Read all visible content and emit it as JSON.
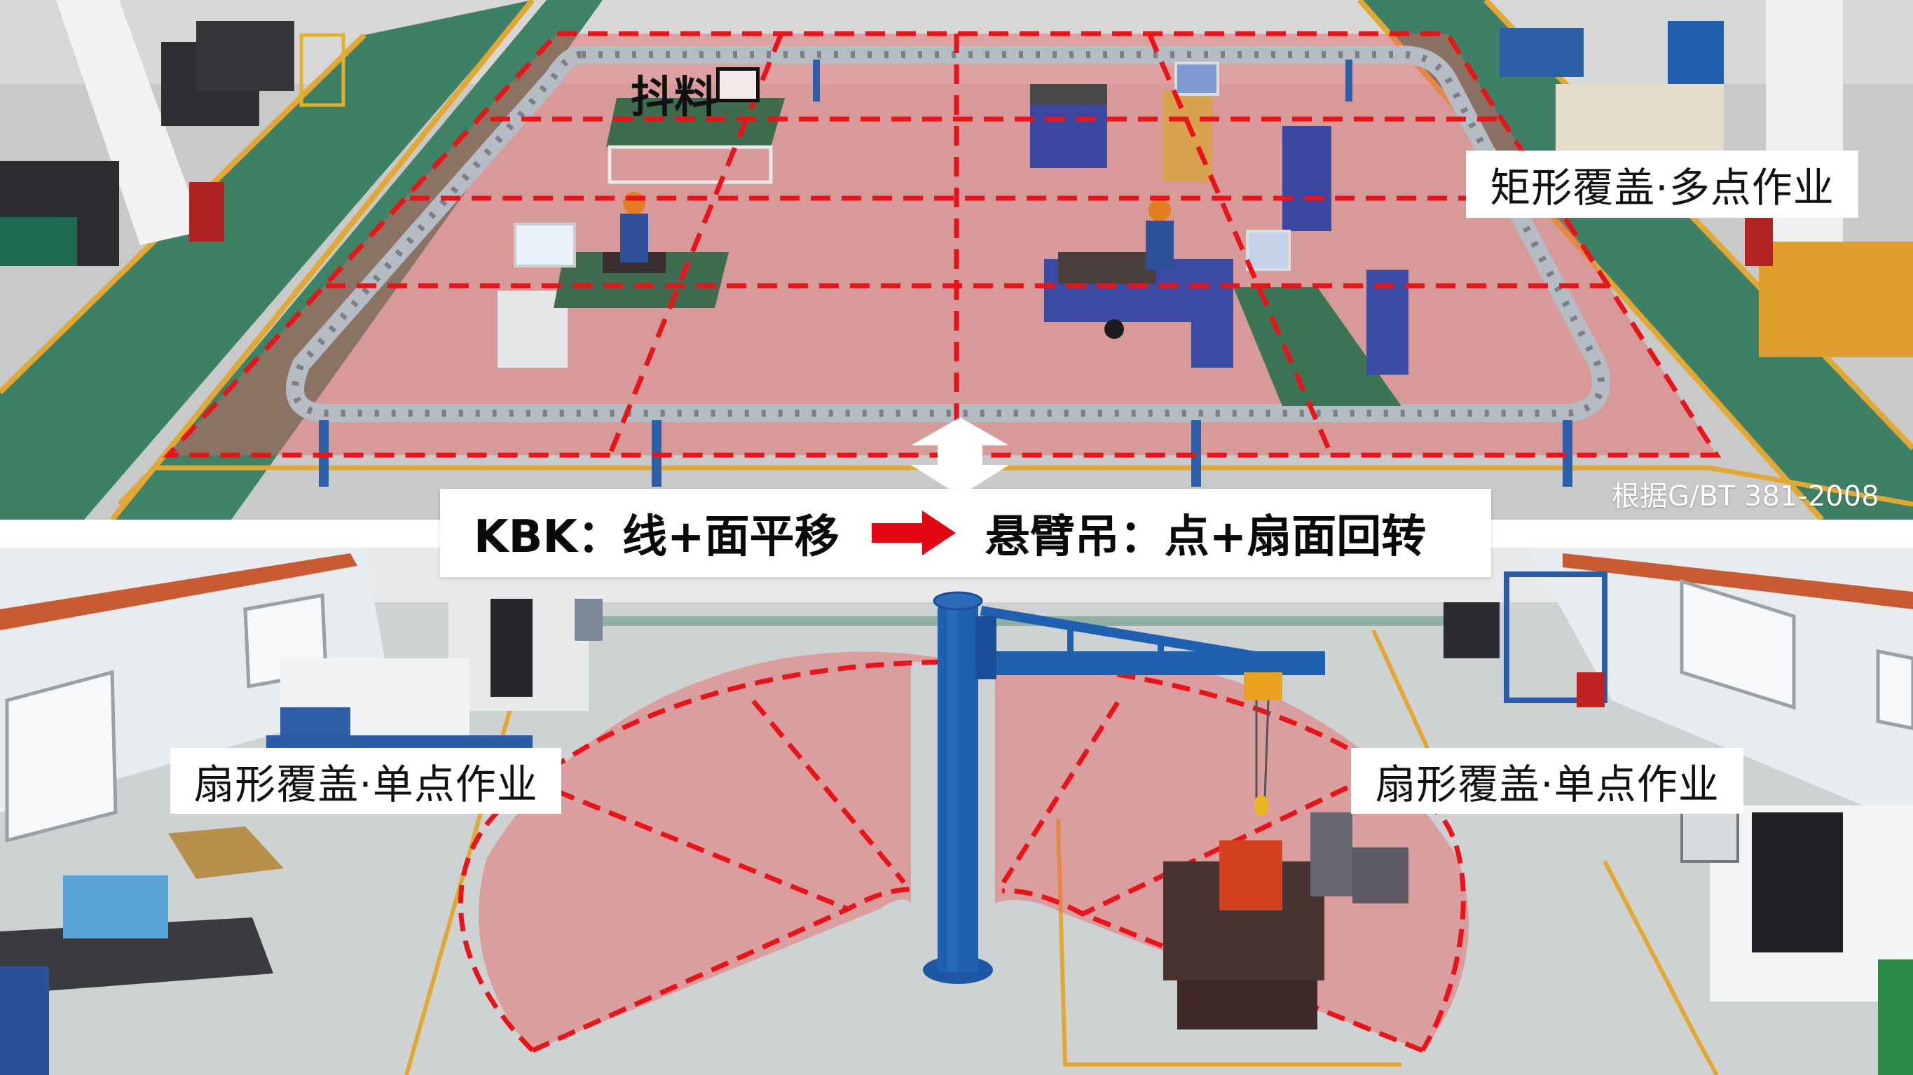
{
  "top_panel": {
    "title": "KBK rail coverage (rectangular)",
    "coverage_label": "矩形覆盖·多点作业",
    "sign_text": "抖料",
    "standard_note": "根据G/BT 381-2008",
    "overlay_color": "#e8605f",
    "dash_color": "#e8141a"
  },
  "caption": {
    "left_text": "KBK：线+面平移",
    "right_text": "悬臂吊：点+扇面回转",
    "arrow_color": "#e30613"
  },
  "bottom_panel": {
    "title": "Jib crane coverage (fan-shaped)",
    "coverage_label_left": "扇形覆盖·单点作业",
    "coverage_label_right": "扇形覆盖·单点作业",
    "crane_color": "#1f5fae",
    "hoist_color": "#e8a21c"
  },
  "colors": {
    "floor_grey": "#c7c9c8",
    "floor_green": "#3e8066",
    "floor_line_yellow": "#e3a834",
    "label_bg": "#ffffff",
    "text": "#111111"
  }
}
